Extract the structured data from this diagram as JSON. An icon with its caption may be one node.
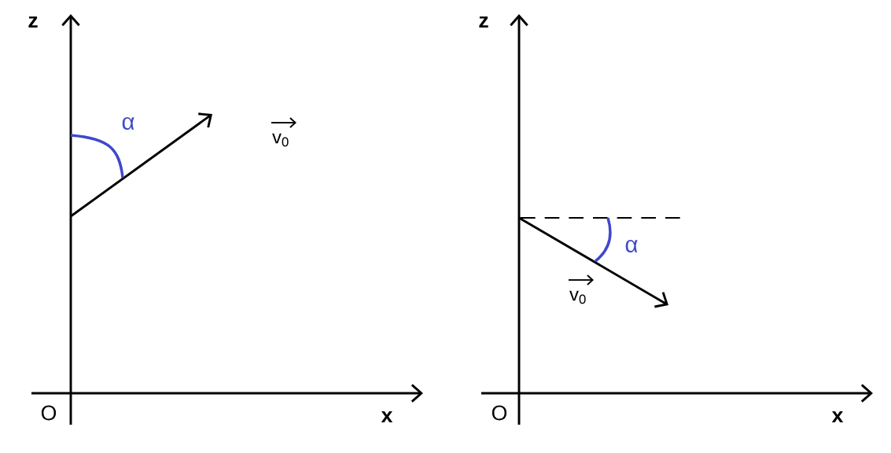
{
  "diagram": {
    "labels": [
      "z",
      "z",
      "α",
      "v$_{0}$",
      "α",
      "v$_{0}$",
      "O",
      "x",
      "O",
      "x"
    ]
  }
}
